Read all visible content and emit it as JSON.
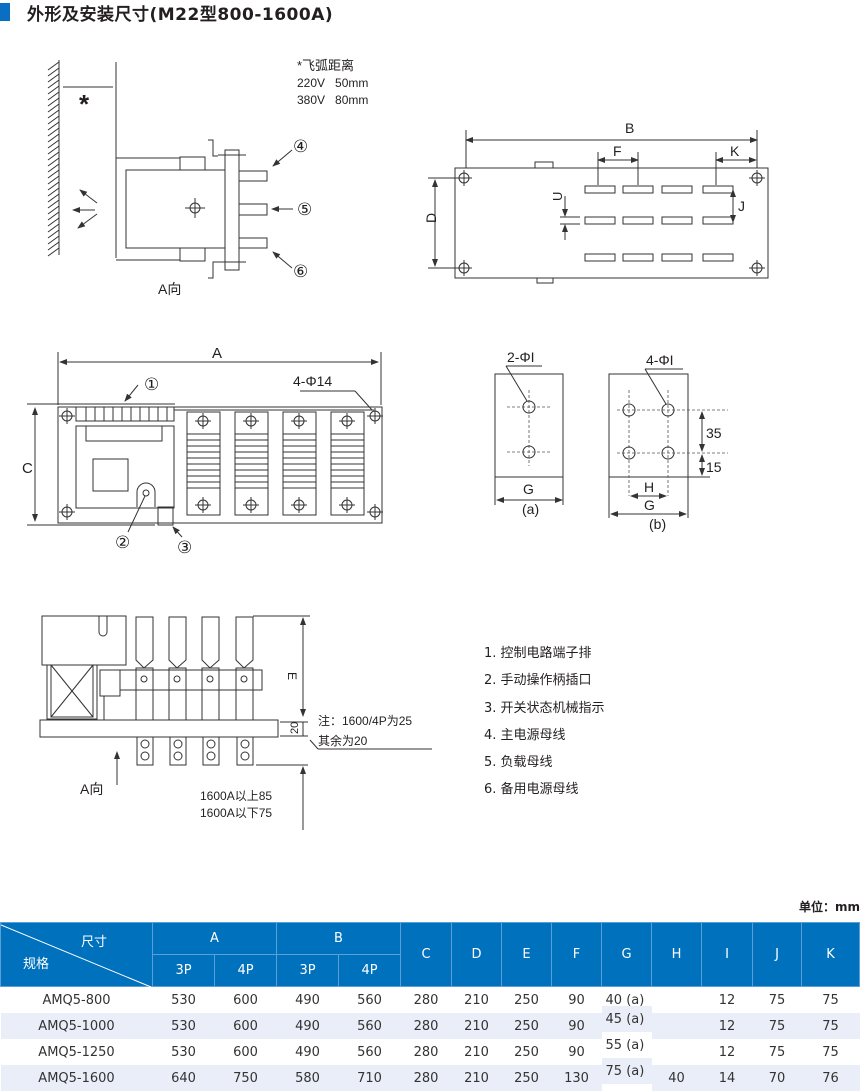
{
  "title": "外形及安装尺寸(M22型800-1600A)",
  "colors": {
    "accent": "#0071bc",
    "row_alt": "#e9eef8"
  },
  "view1": {
    "arc_title": "*飞弧距离",
    "arc_220": "220V   50mm",
    "arc_380": "380V   80mm",
    "asterisk": "*",
    "label4": "④",
    "label5": "⑤",
    "label6": "⑥",
    "direction": "A向"
  },
  "view2": {
    "B": "B",
    "F": "F",
    "K": "K",
    "D": "D",
    "J": "J",
    "U": "U"
  },
  "view3": {
    "A": "A",
    "C": "C",
    "holes": "4-Φ14",
    "label1": "①",
    "label2": "②",
    "label3": "③"
  },
  "view4": {
    "a_holes": "2-ΦI",
    "a_G": "G",
    "a_caption": "(a)",
    "b_holes": "4-ΦI",
    "b_35": "35",
    "b_15": "15",
    "b_H": "H",
    "b_G": "G",
    "b_caption": "(b)"
  },
  "view5": {
    "E": "E",
    "dim20": "20",
    "note1": "注：1600/4P为25",
    "note2": "其余为20",
    "direction": "A向",
    "above": "1600A以上85",
    "below": "1600A以下75"
  },
  "legend": [
    "1. 控制电路端子排",
    "2. 手动操作柄插口",
    "3. 开关状态机械指示",
    "4. 主电源母线",
    "5. 负载母线",
    "6. 备用电源母线"
  ],
  "table": {
    "unit": "单位：mm",
    "corner_top": "尺寸",
    "corner_bottom": "规格",
    "group_A": "A",
    "group_B": "B",
    "sub": [
      "3P",
      "4P",
      "3P",
      "4P"
    ],
    "cols": [
      "C",
      "D",
      "E",
      "F",
      "G",
      "H",
      "I",
      "J",
      "K"
    ],
    "rows": [
      {
        "model": "AMQ5-800",
        "A3": "530",
        "A4": "600",
        "B3": "490",
        "B4": "560",
        "C": "280",
        "D": "210",
        "E": "250",
        "F": "90",
        "G": "40 (a)",
        "H": "",
        "I": "12",
        "J": "75",
        "K": "75"
      },
      {
        "model": "AMQ5-1000",
        "A3": "530",
        "A4": "600",
        "B3": "490",
        "B4": "560",
        "C": "280",
        "D": "210",
        "E": "250",
        "F": "90",
        "G": "45 (a)",
        "H": "",
        "I": "12",
        "J": "75",
        "K": "75"
      },
      {
        "model": "AMQ5-1250",
        "A3": "530",
        "A4": "600",
        "B3": "490",
        "B4": "560",
        "C": "280",
        "D": "210",
        "E": "250",
        "F": "90",
        "G": "55 (a)",
        "H": "",
        "I": "12",
        "J": "75",
        "K": "75"
      },
      {
        "model": "AMQ5-1600",
        "A3": "640",
        "A4": "750",
        "B3": "580",
        "B4": "710",
        "C": "280",
        "D": "210",
        "E": "250",
        "F": "130",
        "G": "75 (a)",
        "H": "40",
        "I": "14",
        "J": "70",
        "K": "76"
      }
    ]
  }
}
